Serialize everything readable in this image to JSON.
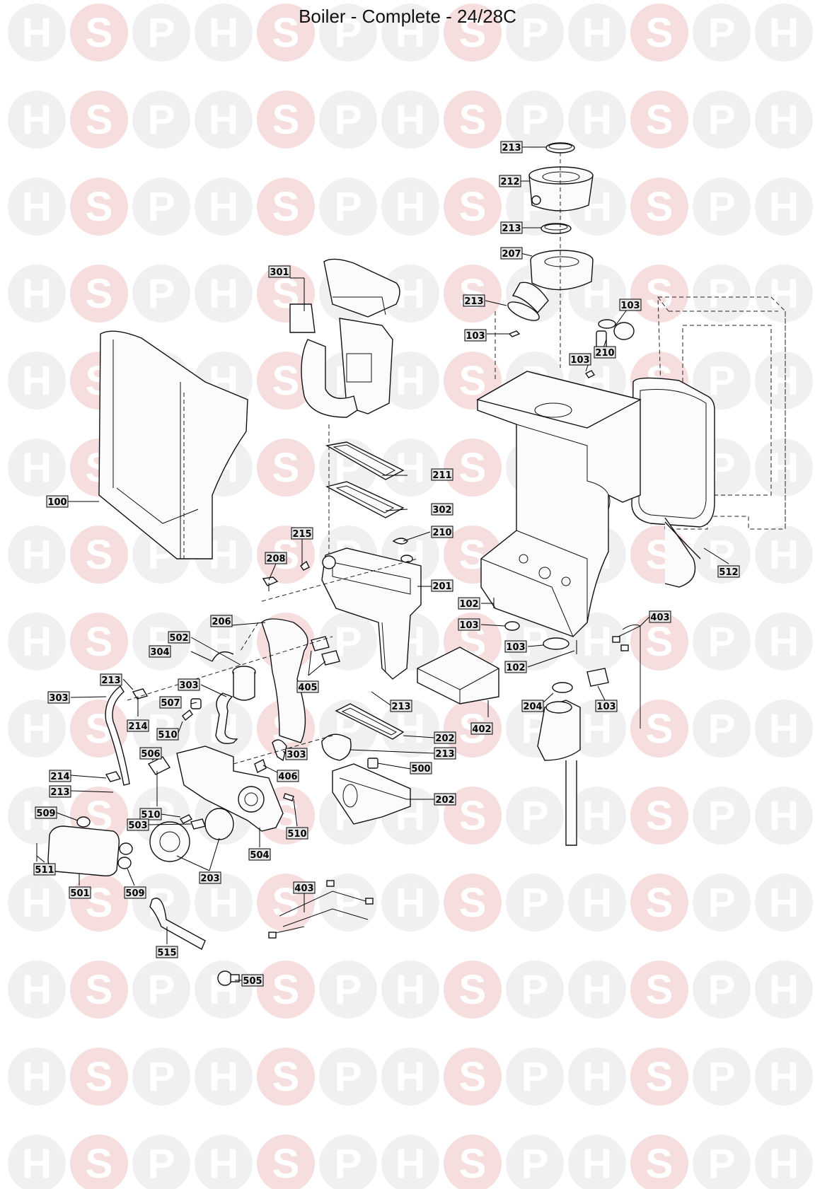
{
  "title": "Boiler - Complete - 24/28C",
  "watermark": {
    "letters": [
      "H",
      "S",
      "P"
    ],
    "circle_color": "#f0f0f0",
    "s_circle_color": "#f6dede",
    "letter_color": "#ffffff"
  },
  "part_labels": {
    "l213a": "213",
    "l212": "212",
    "l213b": "213",
    "l207": "207",
    "l213c": "213",
    "l103a": "103",
    "l103b": "103",
    "l103c": "103",
    "l210a": "210",
    "l301": "301",
    "l211": "211",
    "l302": "302",
    "l100": "100",
    "l215": "215",
    "l210b": "210",
    "l208": "208",
    "l201": "201",
    "l512": "512",
    "l102a": "102",
    "l103d": "103",
    "l403a": "403",
    "l206": "206",
    "l502": "502",
    "l304": "304",
    "l103e": "103",
    "l102b": "102",
    "l213d": "213",
    "l303a": "303",
    "l303b": "303",
    "l507": "507",
    "l214a": "214",
    "l405": "405",
    "l213e": "213",
    "l204": "204",
    "l103f": "103",
    "l402": "402",
    "l510a": "510",
    "l202a": "202",
    "l213f": "213",
    "l506": "506",
    "l303c": "303",
    "l406": "406",
    "l500": "500",
    "l214b": "214",
    "l213g": "213",
    "l202b": "202",
    "l509a": "509",
    "l510b": "510",
    "l503": "503",
    "l510c": "510",
    "l504": "504",
    "l511": "511",
    "l203": "203",
    "l501": "501",
    "l509b": "509",
    "l403b": "403",
    "l515": "515",
    "l505": "505"
  }
}
